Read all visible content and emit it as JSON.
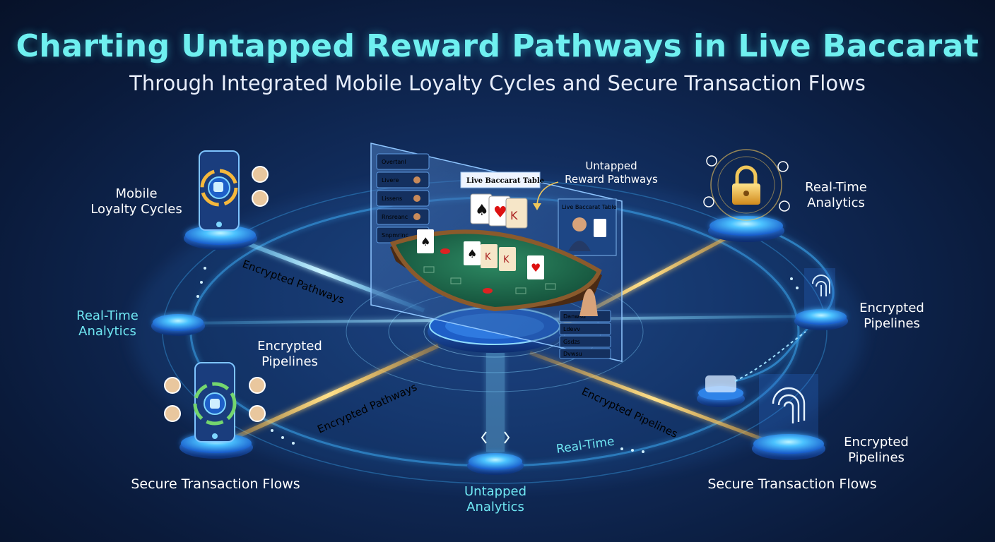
{
  "header": {
    "title": "Charting Untapped Reward Pathways in Live Baccarat",
    "subtitle": "Through Integrated Mobile Loyalty Cycles and Secure Transaction Flows"
  },
  "labels": {
    "mobile_loyalty": "Mobile\nLoyalty Cycles",
    "realtime_left": "Real-Time\nAnalytics",
    "encrypted_pipelines_center": "Encrypted\nPipelines",
    "secure_tx_left": "Secure Transaction Flows",
    "untapped_analytics": "Untapped\nAnalytics",
    "secure_tx_right": "Secure Transaction Flows",
    "encrypted_pipelines_bottom_right": "Encrypted\nPipelines",
    "encrypted_pipelines_right": "Encrypted\nPipelines",
    "realtime_top_right": "Real-Time\nAnalytics",
    "untapped_reward": "Untapped\nReward Pathways"
  },
  "path_labels": {
    "encrypted_pathways_upper": "Encrypted Pathways",
    "encrypted_pathways_lower": "Encrypted Pathways",
    "encrypted_pipelines_diag": "Encrypted Pipelines",
    "real_time": "Real-Time"
  },
  "screen": {
    "table_title": "Live Baccarat Table",
    "dealer_title": "Live Baccarat Table",
    "menu_items": [
      "Overtanl",
      "Livere",
      "Lissens",
      "Rnsreanc",
      "Snpmrinc"
    ],
    "chip_items": [
      "Danwsd",
      "Ldevv",
      "Gsdzs",
      "Dvwsu"
    ]
  },
  "colors": {
    "title": "#6ff0f0",
    "glow_blue": "#3fb4ff",
    "gold_beam": "#ffc74a",
    "felt": "#1f6b4f",
    "wood": "#7a4a24"
  }
}
